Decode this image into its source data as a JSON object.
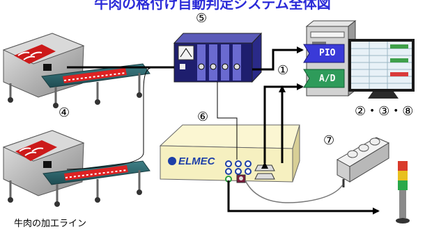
{
  "title": "牛肉の格付け自動判定システム全体図",
  "labels": {
    "n1": "①",
    "n4": "④",
    "n5": "⑤",
    "n6": "⑥",
    "n7": "⑦",
    "n238": "②・③・⑧"
  },
  "computer": {
    "pio_label": "PIO",
    "ad_label": "A/D"
  },
  "controller": {
    "brand": "ELMEC"
  },
  "caption": "牛肉の加工ライン",
  "colors": {
    "title": "#2b2bd8",
    "pio_panel": "#3a3ad8",
    "ad_panel": "#2e9b5a",
    "controller_body": "#f6f0c0",
    "brand": "#1d3fa8"
  }
}
